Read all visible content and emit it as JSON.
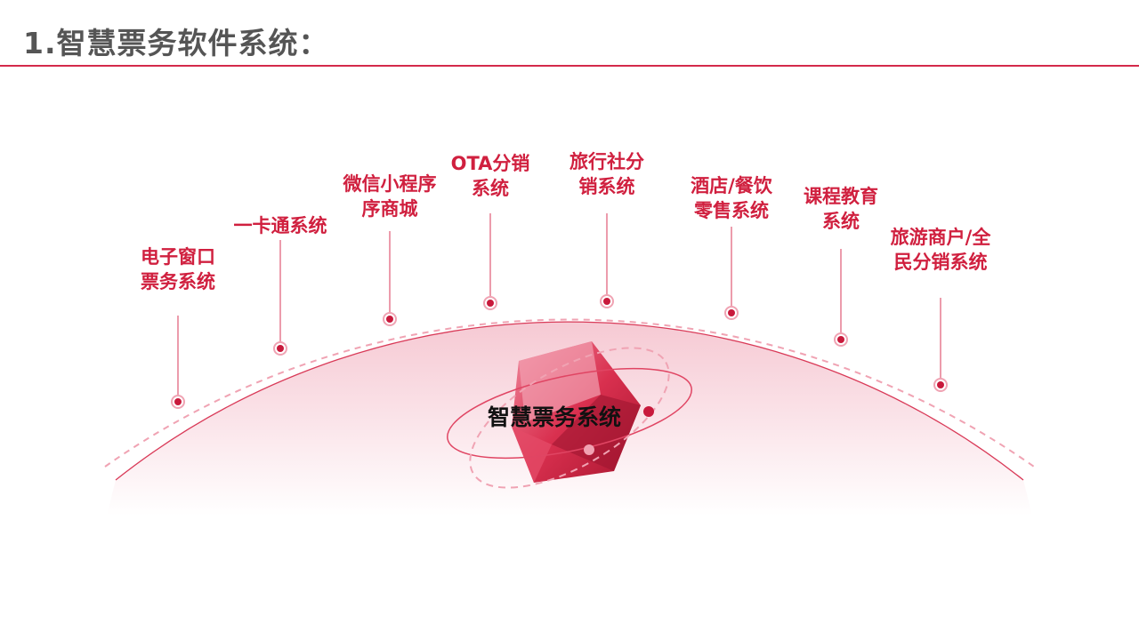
{
  "header": {
    "title": "1.智慧票务软件系统："
  },
  "center_label": "智慧票务系统",
  "colors": {
    "accent": "#d0203f",
    "title": "#555555"
  },
  "modules": [
    {
      "lines": [
        "电子窗口",
        "票务系统"
      ]
    },
    {
      "lines": [
        "一卡通系统"
      ]
    },
    {
      "lines": [
        "微信小程序",
        "序商城"
      ]
    },
    {
      "lines": [
        "OTA分销",
        "系统"
      ]
    },
    {
      "lines": [
        "旅行社分",
        "销系统"
      ]
    },
    {
      "lines": [
        "酒店/餐饮",
        "零售系统"
      ]
    },
    {
      "lines": [
        "课程教育",
        "系统"
      ]
    },
    {
      "lines": [
        "旅游商户/全",
        "民分销系统"
      ]
    }
  ]
}
